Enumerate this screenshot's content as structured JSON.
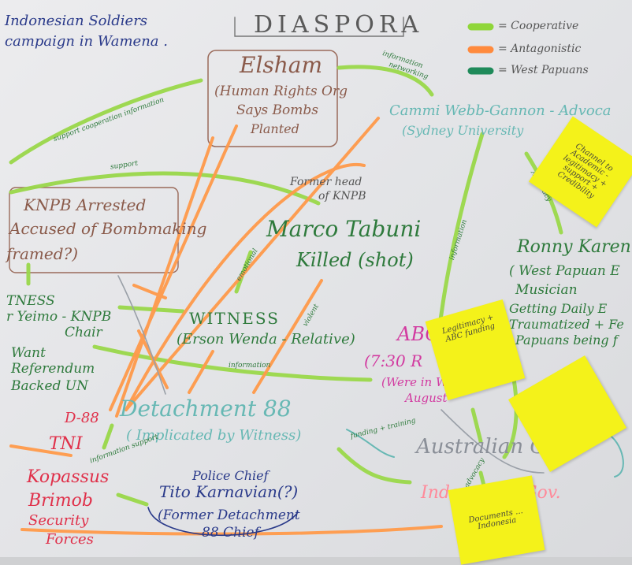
{
  "title": "DIASPORA",
  "legend": [
    {
      "label": "= Cooperative",
      "color": "#8fd63a"
    },
    {
      "label": "= Antagonistic",
      "color": "#ff8a3d"
    },
    {
      "label": "= West Papuans",
      "color": "#1f8a5a"
    }
  ],
  "top_left_note": [
    "Indonesian Soldiers",
    "campaign in Wamena ."
  ],
  "nodes": {
    "elsham": [
      "Elsham",
      "(Human Rights Org",
      "Says Bombs",
      "Planted"
    ],
    "cammi": [
      "Cammi Webb-Gannon - Advoca",
      "(Sydney University"
    ],
    "knpb": [
      "KNPB Arrested",
      "Accused of Bombmaking",
      "framed?)"
    ],
    "marco": [
      "Marco Tabuni",
      "Killed (shot)"
    ],
    "former_head": [
      "Former head",
      "of KNPB"
    ],
    "ronny": [
      "Ronny Karen",
      "( West Papuan E",
      "Musician",
      "Getting Daily E",
      "Traumatized + Fe",
      "Papuans being f"
    ],
    "witness_left": [
      "TNESS",
      "r Yeimo - KNPB",
      "Chair",
      "Want",
      "Referendum",
      "Backed UN"
    ],
    "witness_erson": [
      "WITNESS",
      "(Erson Wenda - Relative)"
    ],
    "abc": [
      "ABC",
      "(7:30 R",
      "(Were in W",
      "August"
    ],
    "detachment": [
      "Detachment 88",
      "( Implicated by Witness)"
    ],
    "tni": [
      "D-88",
      "TNI",
      "Kopassus",
      "Brimob",
      "Security",
      "Forces"
    ],
    "police": [
      "Police Chief",
      "Tito Karnavian(?)",
      "(Former Detachment",
      "88 Chief"
    ],
    "australian": [
      "Australian Go"
    ],
    "indonesian": [
      "Indonesian Gov."
    ]
  },
  "edge_labels": [
    "information",
    "networking",
    "support cooperation information",
    "support",
    "information",
    "Advocacy",
    "emotional",
    "violent",
    "information",
    "funding + training",
    "information support",
    "advocacy"
  ],
  "sticky_notes": [
    {
      "text": "Channel to Academic - legitimacy + support + Credibility"
    },
    {
      "text": "Legitimacy + ABC funding"
    },
    {
      "text": ""
    },
    {
      "text": "Documents ... Indonesia"
    }
  ],
  "colors": {
    "cooperative": "#8fd63a",
    "antagonistic": "#ff8a3d",
    "west_papuan": "#1f8a5a",
    "ink_brown": "#8a5a4a",
    "ink_teal": "#67b8b4",
    "ink_green": "#2e7a3c",
    "ink_blue": "#2a3a8a",
    "ink_red": "#e0304a",
    "ink_magenta": "#d23aa0",
    "ink_gray": "#8a8f98"
  }
}
